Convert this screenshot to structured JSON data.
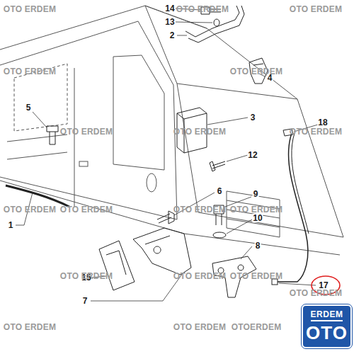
{
  "diagram": {
    "nodes": [
      {
        "text": [
          "ERDEM",
          "OTO"
        ]
      }
    ],
    "labels": [
      "14",
      "13",
      "2",
      "4",
      "3",
      "12",
      "5",
      "18",
      "9",
      "1",
      "6",
      "10",
      "8",
      "15",
      "7",
      "17",
      "OTO ERDEM",
      "OTO ERDEM",
      "OTO ERDEM",
      "OTO ERDEM",
      "OTO ERDEM",
      "OTO ERDEM",
      "OTO ERDEM",
      "OTO ERDEM",
      "OTO ERDEM",
      "OTO ERDEM",
      "OTO ERDEM",
      "OTO ERDEM",
      "OTO ERDEM",
      "OTO ERDEM",
      "OTO ERDEM",
      "OTO ERDEM",
      "OTO ERDEM",
      "OTOERDEM",
      "OTO ERDEM"
    ]
  }
}
